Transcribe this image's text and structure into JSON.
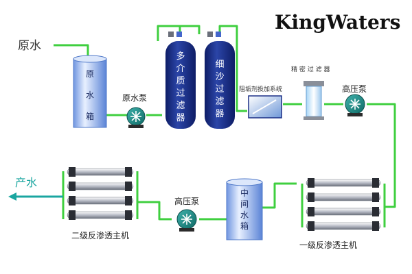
{
  "brand": "KingWaters",
  "labels": {
    "raw_water_in": "原水",
    "raw_tank": [
      "原",
      "水",
      "箱"
    ],
    "raw_pump": "原水泵",
    "multi_filter": [
      "多",
      "介",
      "质",
      "过",
      "滤",
      "器"
    ],
    "sand_filter": [
      "细",
      "沙",
      "过",
      "滤",
      "器"
    ],
    "antiscalant": "阻垢剂投加系统",
    "precision_filter": "精 密 过 滤 器",
    "hp_pump_1": "高压泵",
    "hp_pump_2": "高压泵",
    "middle_tank": [
      "中",
      "间",
      "水",
      "箱"
    ],
    "ro_stage1": "一级反渗透主机",
    "ro_stage2": "二级反渗透主机",
    "product_water": "产水"
  },
  "colors": {
    "pipe": "#3fcf3f",
    "pipe_light": "#c9f3c9",
    "tank_blue": "#8fb3ee",
    "filter_navy": "#1b2f86",
    "pump": "#1d8a86",
    "outflow": "#1aa6a0"
  }
}
